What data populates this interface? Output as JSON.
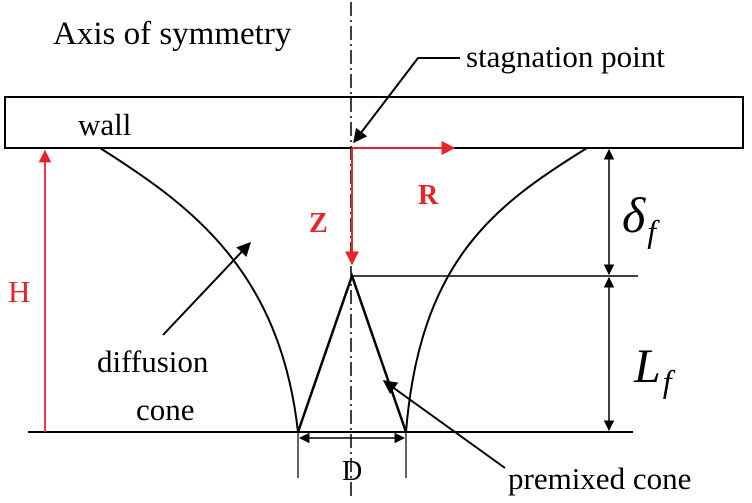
{
  "labels": {
    "axis_of_symmetry": "Axis of symmetry",
    "stagnation_point": "stagnation point",
    "wall": "wall",
    "r_axis": "R",
    "z_axis": "Z",
    "height": "H",
    "diffusion_line1": "diffusion",
    "diffusion_line2": "cone",
    "premixed_cone": "premixed cone",
    "diameter": "D",
    "delta_main": "δ",
    "delta_sub": "f",
    "length_main": "L",
    "length_sub": "f"
  },
  "colors": {
    "line": "#000000",
    "accent": "#e8232a",
    "background": "#ffffff"
  }
}
